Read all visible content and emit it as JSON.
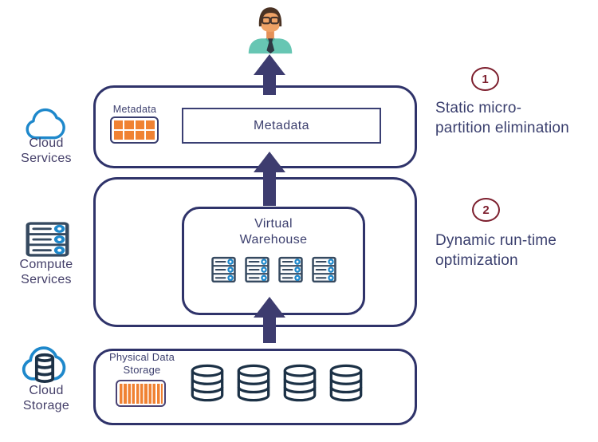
{
  "left_rail": {
    "cloud_services": {
      "line1": "Cloud",
      "line2": "Services"
    },
    "compute_services": {
      "line1": "Compute",
      "line2": "Services"
    },
    "cloud_storage": {
      "line1": "Cloud",
      "line2": "Storage"
    }
  },
  "cloud_services_layer": {
    "metadata_icon_label": "Metadata",
    "metadata_box_label": "Metadata"
  },
  "compute_layer": {
    "virtual_warehouse": {
      "line1": "Virtual",
      "line2": "Warehouse",
      "server_count": 4
    }
  },
  "storage_layer": {
    "physical_label_line1": "Physical Data",
    "physical_label_line2": "Storage",
    "database_count": 4
  },
  "annotations": {
    "one": {
      "number": "1",
      "line1": "Static micro-",
      "line2": "partition elimination"
    },
    "two": {
      "number": "2",
      "line1": "Dynamic run-time",
      "line2": "optimization"
    }
  },
  "icons": {
    "user": "person-avatar",
    "flow": "up-arrow",
    "cloud_services": "cloud-outline",
    "compute_services": "server-rack",
    "cloud_storage": "cloud-database",
    "metadata": "orange-grid-table",
    "virtual_warehouse": "server-rack",
    "physical_storage": "striped-micro-partition",
    "database": "cylinder-database"
  },
  "colors": {
    "box_border_navy": "#2F336A",
    "arrow_indigo": "#3D3C6F",
    "text_navy": "#3C3F6E",
    "rail_text_purple": "#433E68",
    "orange": "#F08233",
    "icon_blue": "#1E88CB",
    "server_outline": "#364A60",
    "cylinder_outline": "#1C3146",
    "annotation_maroon": "#7D1F2E",
    "shirt_teal": "#67C6B3"
  }
}
